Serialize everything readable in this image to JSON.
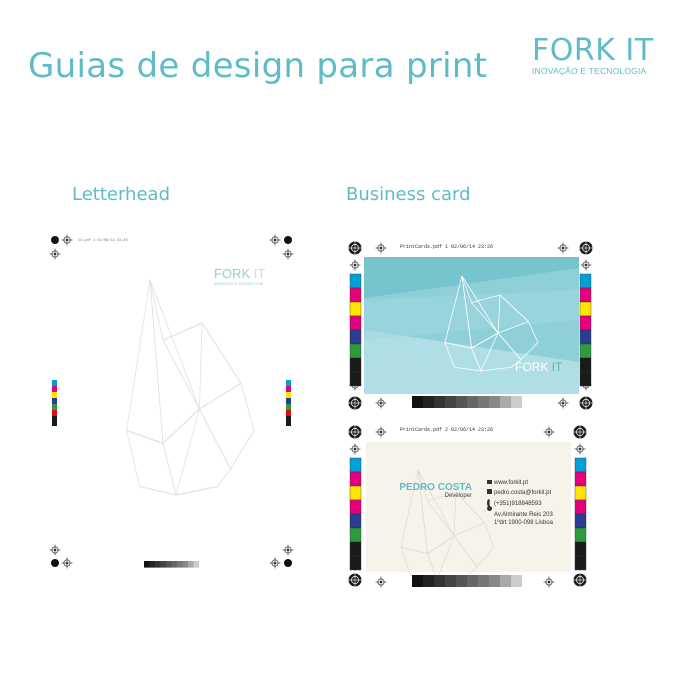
{
  "header": {
    "title": "Guias de design para print",
    "brand_name": "FORK IT",
    "brand_tagline": "INOVAÇÃO E TECNOLOGIA"
  },
  "letterhead": {
    "label": "Letterhead",
    "slug": "14.pdf 1 02/06/14 23:26",
    "logo_fork": "FORK",
    "logo_it": "IT",
    "logo_tagline": "INOVAÇÃO E TECNOLOGIA"
  },
  "business_card": {
    "label": "Business card",
    "front_slug": "PrintCards.pdf   1   02/06/14   23:26",
    "back_slug": "PrintCards.pdf   2   02/06/14   23:26",
    "front_logo_fork": "FORK",
    "front_logo_it": "IT",
    "person_name": "PEDRO COSTA",
    "person_role": "Developer",
    "contact_web": "www.forkit.pt",
    "contact_email": "pedro.costa@forkit.pt",
    "contact_phone": "(+351)918848593",
    "contact_address_1": "Av.Almirante Reis 203",
    "contact_address_2": "1ºdrt 1900-098 Lisboa"
  },
  "colors": {
    "accent": "#5fbcc6",
    "card_teal": "#8fd0d8",
    "card_back": "#f6f3ea",
    "swatch_cyan": "#00a0d6",
    "swatch_magenta": "#e4007c",
    "swatch_yellow": "#ffe600",
    "swatch_green": "#2f9a3e",
    "swatch_red": "#e30613",
    "swatch_blue": "#2a3d8f",
    "swatch_black": "#1a1a1a"
  },
  "icons": [
    "registration-mark-icon",
    "crosshair-icon",
    "globe-icon",
    "email-icon",
    "phone-icon",
    "location-pin-icon"
  ]
}
